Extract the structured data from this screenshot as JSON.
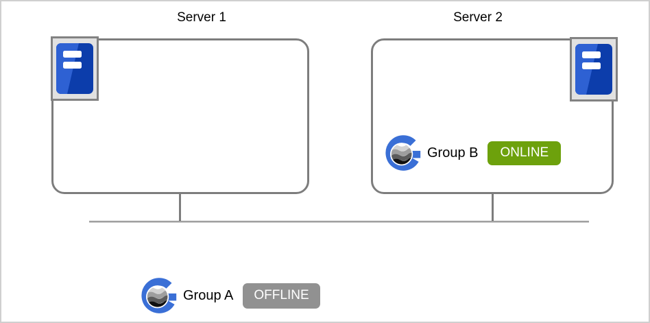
{
  "diagram": {
    "server1": {
      "title": "Server 1"
    },
    "server2": {
      "title": "Server 2"
    },
    "group_b": {
      "label": "Group B",
      "status": "ONLINE"
    },
    "group_a": {
      "label": "Group A",
      "status": "OFFLINE"
    }
  },
  "colors": {
    "online_badge": "#6da10c",
    "offline_badge": "#919191",
    "badge_text": "#ffffff",
    "line_gray": "#7d7d7d",
    "server_icon_frame": "#e1e1e1",
    "server_icon_border": "#828282",
    "server_blue_dark": "#0c3dab",
    "server_blue_light": "#2e61d3",
    "group_g_blue": "#3a6fd6"
  },
  "icons": {
    "server": "server-tower-icon",
    "group": "cluster-group-icon"
  }
}
